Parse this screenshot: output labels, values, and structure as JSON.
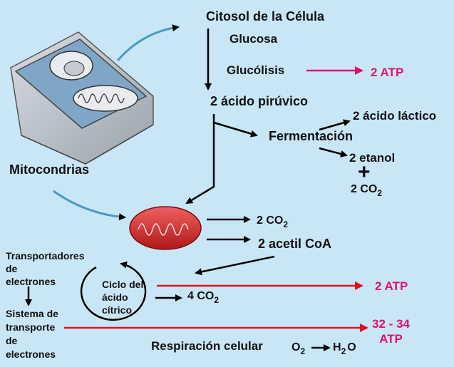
{
  "title": "Citosol de la Célula",
  "glucosa": "Glucosa",
  "glucolisis": "Glucólisis",
  "atp_glucolisis": "2 ATP",
  "piruvico": "2 ácido pirúvico",
  "lactico": "2 ácido láctico",
  "fermentacion": "Fermentación",
  "etanol": "2 etanol",
  "plus": "+",
  "co2_ferm": {
    "text": "2 CO",
    "sub": "2"
  },
  "mitocondrias": "Mitocondrias",
  "co2_mito": {
    "text": "2 CO",
    "sub": "2"
  },
  "acetil": "2 acetil CoA",
  "transportadores": [
    "Transportadores",
    "de",
    "electrones"
  ],
  "sistema": [
    "Sistema de",
    "transporte",
    "de",
    "electrones"
  ],
  "ciclo": [
    "Ciclo del",
    "ácido",
    "cítrico"
  ],
  "co2_ciclo": {
    "text": "4 CO",
    "sub": "2"
  },
  "atp_ciclo": "2 ATP",
  "atp_resp": [
    "32 - 34",
    "ATP"
  ],
  "respiracion": "Respiración celular",
  "oxygen": {
    "text": "O",
    "sub": "2"
  },
  "water": {
    "text": "H",
    "sub": "2",
    "tail": "O"
  },
  "colors": {
    "background": "#c9e6f7",
    "atp": "#e0106e",
    "red_arrow": "#e0101e",
    "mitochondrion": "#d42a2a"
  }
}
